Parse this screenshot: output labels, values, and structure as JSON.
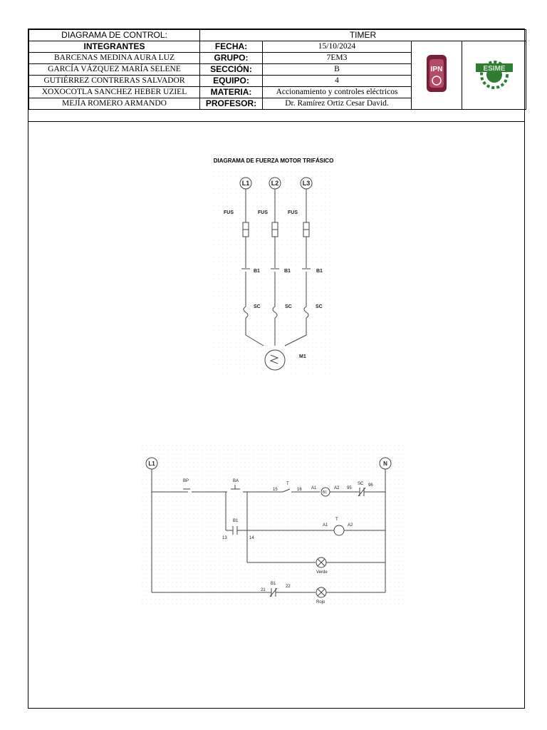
{
  "header": {
    "diagram_label": "DIAGRAMA DE CONTROL:",
    "diagram_name": "TIMER",
    "members_title": "INTEGRANTES",
    "members": [
      "BARCENAS MEDINA AURA LUZ",
      "GARCÍA VÁZQUEZ MARÍA SELENE",
      "GUTIÉRREZ CONTRERAS SALVADOR",
      "XOXOCOTLA SANCHEZ HEBER UZIEL",
      "MEJÍA ROMERO ARMANDO"
    ],
    "fields": [
      {
        "label": "FECHA:",
        "value": "15/10/2024"
      },
      {
        "label": "GRUPO:",
        "value": "7EM3"
      },
      {
        "label": "SECCIÓN:",
        "value": "B"
      },
      {
        "label": "EQUIPO:",
        "value": "4"
      },
      {
        "label": "MATERIA:",
        "value": "Accionamiento y controles eléctricos"
      },
      {
        "label": "PROFESOR:",
        "value": "Dr. Ramírez Ortiz Cesar David."
      }
    ],
    "logos": [
      {
        "name": "ipn-logo",
        "color": "#7a1e3a",
        "text": "IPN"
      },
      {
        "name": "esime-logo",
        "color": "#2e7d32",
        "text": "ESIME"
      }
    ]
  },
  "power_diagram": {
    "title": "DIAGRAMA DE FUERZA MOTOR TRIFÁSICO",
    "lines": [
      "L1",
      "L2",
      "L3"
    ],
    "fuse_label": "FUS",
    "breaker_label": "B1",
    "overload_label": "SC",
    "motor_label": "M1"
  },
  "control_diagram": {
    "supply_left": "L1",
    "supply_right": "N",
    "stop_button": "BP",
    "start_button": "BA",
    "timer_contact": "T",
    "contact_15": "15",
    "contact_16": "16",
    "coil_a1": "A1",
    "coil_a2": "A2",
    "coil_b1": "B1",
    "aux_contact": "B1",
    "aux_13": "13",
    "aux_14": "14",
    "contact_95": "95",
    "contact_96": "96",
    "overload": "SC",
    "timer_coil": "T",
    "timer_a1": "A1",
    "timer_a2": "A2",
    "lamp_green": "Verde",
    "lamp_red": "Rojo",
    "nc_contact": "B1",
    "nc_21": "21",
    "nc_22": "22"
  }
}
